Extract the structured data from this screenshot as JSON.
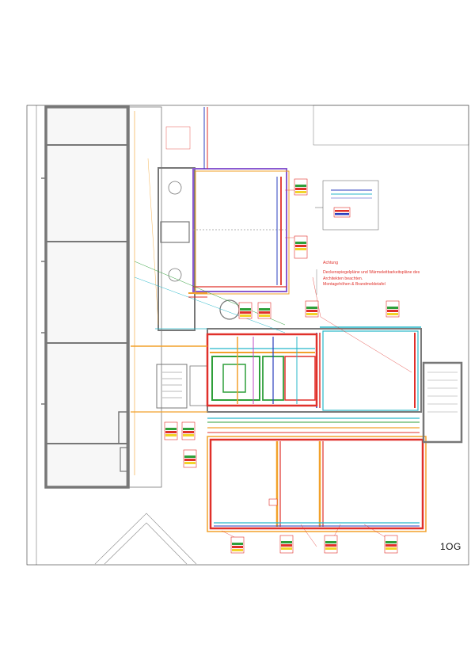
{
  "floor_label": "1OG",
  "note": {
    "heading": "Achtung",
    "lines": [
      "Deckenspiegelpläne und Wärmeleitbarkeitspläne des",
      "Architekten beachten.",
      "Montagehöhen & Brandmeldetafel"
    ]
  },
  "colors": {
    "heating": "#e0302a",
    "cooling": "#2b3fbf",
    "ventilation": "#f2a12a",
    "drain": "#2f9f3a",
    "cyan": "#27b7c9",
    "wall": "#8a8a8a",
    "magenta": "#c04bc4"
  }
}
